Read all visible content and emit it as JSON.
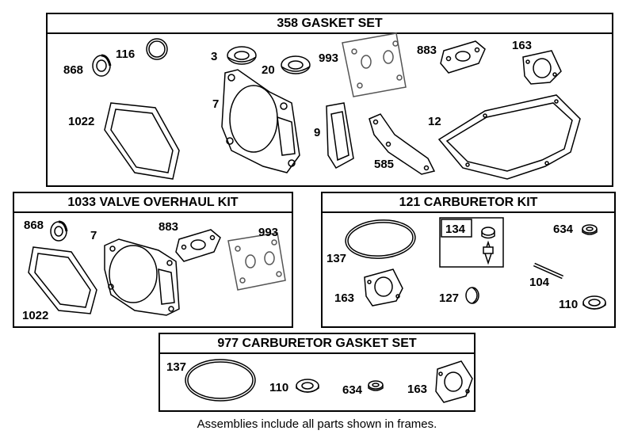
{
  "frames": {
    "gasket_set": {
      "title": "358 GASKET SET"
    },
    "valve_kit": {
      "title": "1033 VALVE OVERHAUL KIT"
    },
    "carb_kit": {
      "title": "121 CARBURETOR KIT"
    },
    "carb_gasket_set": {
      "title": "977 CARBURETOR  GASKET SET"
    }
  },
  "labels": {
    "gasket_set": {
      "p868": "868",
      "p116": "116",
      "p3": "3",
      "p20": "20",
      "p993": "993",
      "p883": "883",
      "p163": "163",
      "p1022": "1022",
      "p7": "7",
      "p9": "9",
      "p585": "585",
      "p12": "12"
    },
    "valve_kit": {
      "p868": "868",
      "p7": "7",
      "p883": "883",
      "p993": "993",
      "p1022": "1022"
    },
    "carb_kit": {
      "p134": "134",
      "p634": "634",
      "p137": "137",
      "p104": "104",
      "p163": "163",
      "p127": "127",
      "p110": "110"
    },
    "carb_gasket_set": {
      "p137": "137",
      "p110": "110",
      "p634": "634",
      "p163": "163"
    }
  },
  "footer": "Assemblies include all parts shown in frames."
}
